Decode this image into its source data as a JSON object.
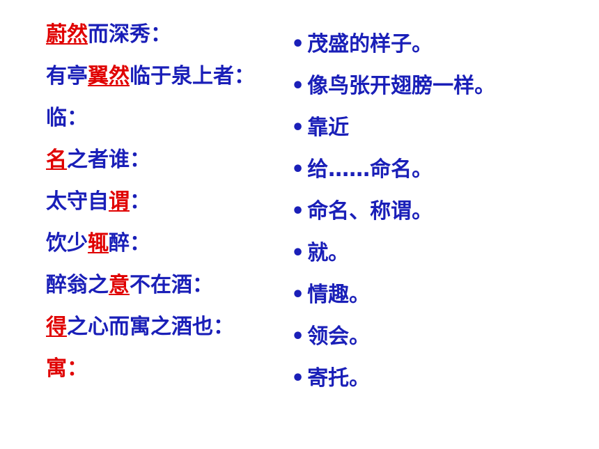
{
  "left": [
    {
      "pre": "",
      "hl": "蔚然",
      "post": "而深秀："
    },
    {
      "pre": "有亭",
      "hl": "翼然",
      "post": "临于泉上者："
    },
    {
      "pre": "临：",
      "hl": "",
      "post": ""
    },
    {
      "pre": "",
      "hl": "名",
      "post": "之者谁："
    },
    {
      "pre": "太守自",
      "hl": "谓",
      "post": "："
    },
    {
      "pre": "饮少",
      "hl": "辄",
      "post": "醉："
    },
    {
      "pre": "醉翁之",
      "hl": "意",
      "post": "不在酒："
    },
    {
      "pre": "",
      "hl": "得",
      "post": "之心而寓之酒也："
    },
    {
      "pre": "",
      "hl": "",
      "post": "",
      "red": "寓："
    }
  ],
  "right": [
    "茂盛的样子。",
    "像鸟张开翅膀一样。",
    "靠近",
    "给……命名。",
    "命名、称谓。",
    "就。",
    "情趣。",
    "领会。",
    "寄托。"
  ],
  "bullet": "•"
}
